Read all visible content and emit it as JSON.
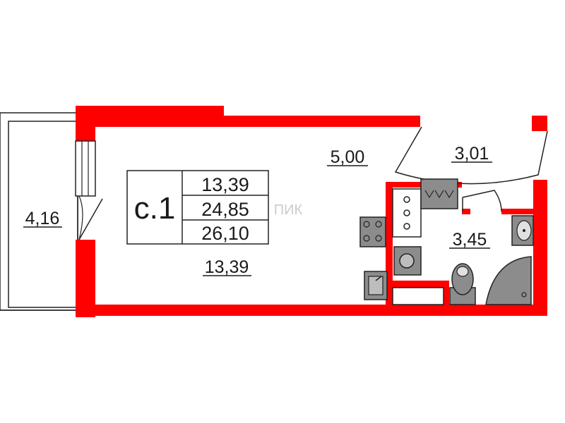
{
  "colors": {
    "wall": "#ff0000",
    "fixture": "#8c8c8c",
    "line": "#222222",
    "text": "#1a1a1a"
  },
  "apartment": {
    "label": "с.1",
    "areas": [
      "13,39",
      "24,85",
      "26,10"
    ]
  },
  "rooms": {
    "balcony": "4,16",
    "main_room": "13,39",
    "kitchen_zone": "5,00",
    "hall": "3,01",
    "bathroom": "3,45"
  },
  "watermark": "ПИК",
  "icons": [
    "stove-icon",
    "sink-icon",
    "washing-machine-icon",
    "toilet-icon",
    "washbasin-icon",
    "shower-tray-icon",
    "radiator-icon",
    "fridge-icon"
  ]
}
